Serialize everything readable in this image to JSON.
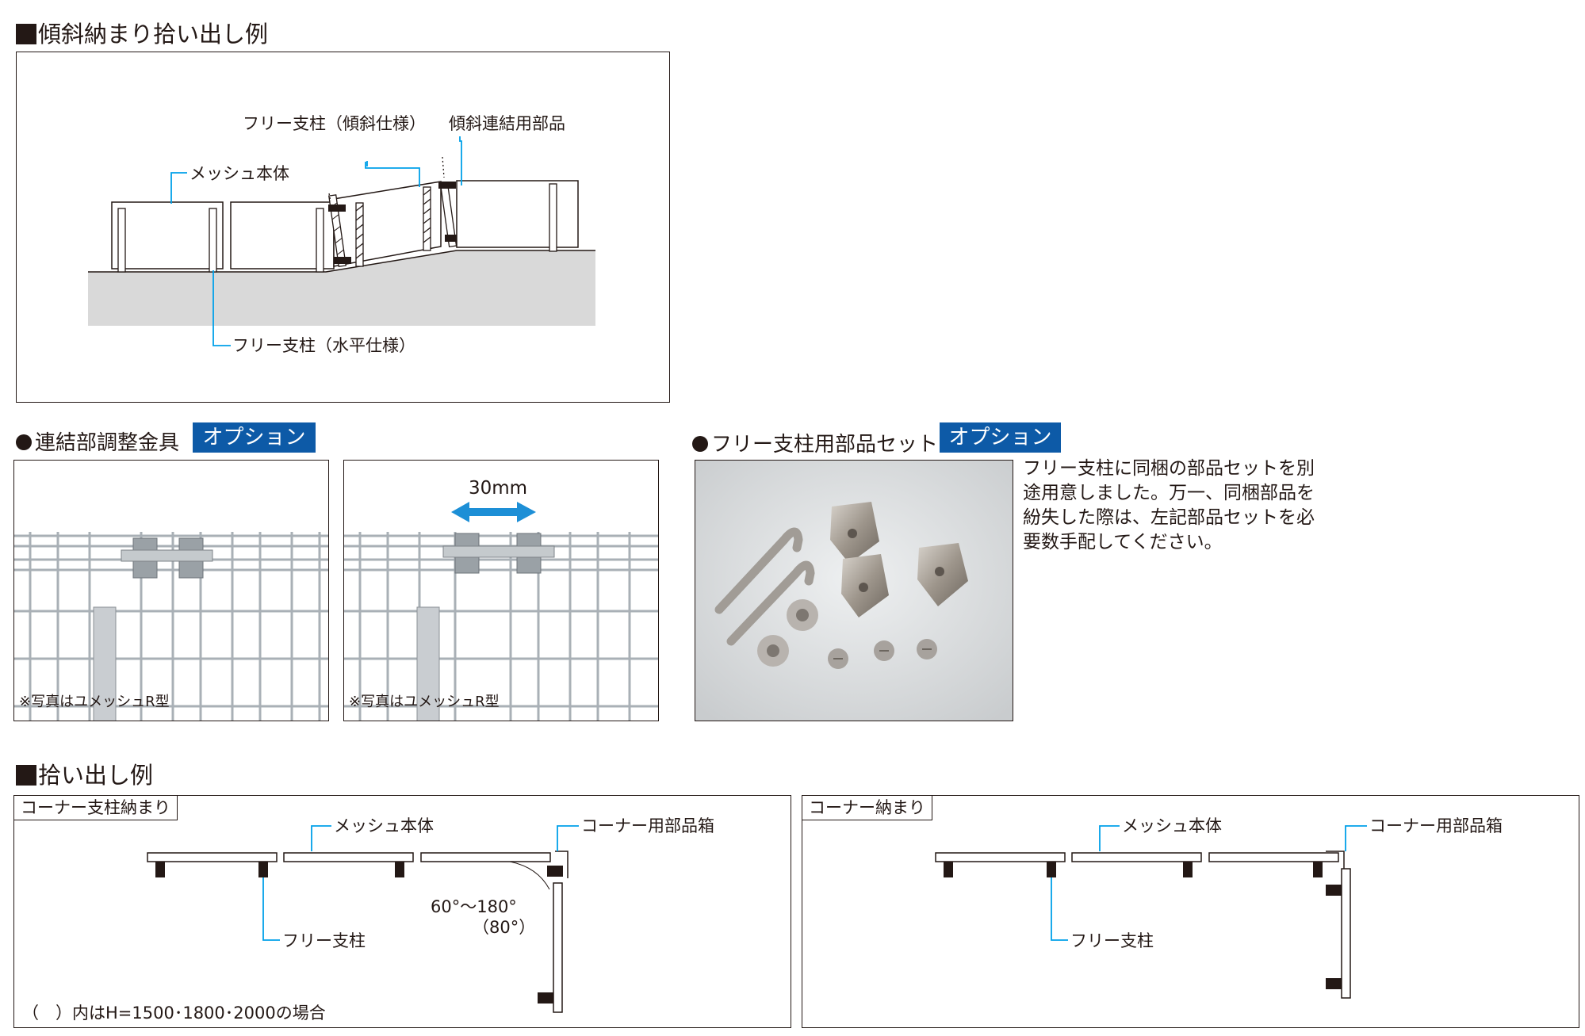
{
  "section1": {
    "heading": "傾斜納まり拾い出し例",
    "labels": {
      "mesh_body": "メッシュ本体",
      "free_post_incline": "フリー支柱（傾斜仕様）",
      "incline_connect_part": "傾斜連結用部品",
      "free_post_level": "フリー支柱（水平仕様）"
    }
  },
  "section2": {
    "title": "連結部調整金具",
    "badge": "オプション",
    "photo1_note": "※写真はユメッシュR型",
    "photo2_note": "※写真はユメッシュR型",
    "dimension": "30mm"
  },
  "section3": {
    "title": "フリー支柱用部品セット",
    "badge": "オプション",
    "description": "フリー支柱に同梱の部品セットを別途用意しました。万一、同梱部品を紛失した際は、左記部品セットを必要数手配してください。"
  },
  "section4": {
    "heading": "拾い出し例",
    "left": {
      "tag": "コーナー支柱納まり",
      "mesh_body": "メッシュ本体",
      "corner_box": "コーナー用部品箱",
      "free_post": "フリー支柱",
      "angle": "60°～180°",
      "angle_sub": "（80°）",
      "footnote": "（　）内はH=1500･1800･2000の場合"
    },
    "right": {
      "tag": "コーナー納まり",
      "mesh_body": "メッシュ本体",
      "corner_box": "コーナー用部品箱",
      "free_post": "フリー支柱"
    }
  },
  "colors": {
    "badge": "#0d5aa7",
    "line": "#231815",
    "leader": "#00a0e9",
    "ground": "#d9d9d9",
    "photo_bg": "#d6d8da"
  }
}
